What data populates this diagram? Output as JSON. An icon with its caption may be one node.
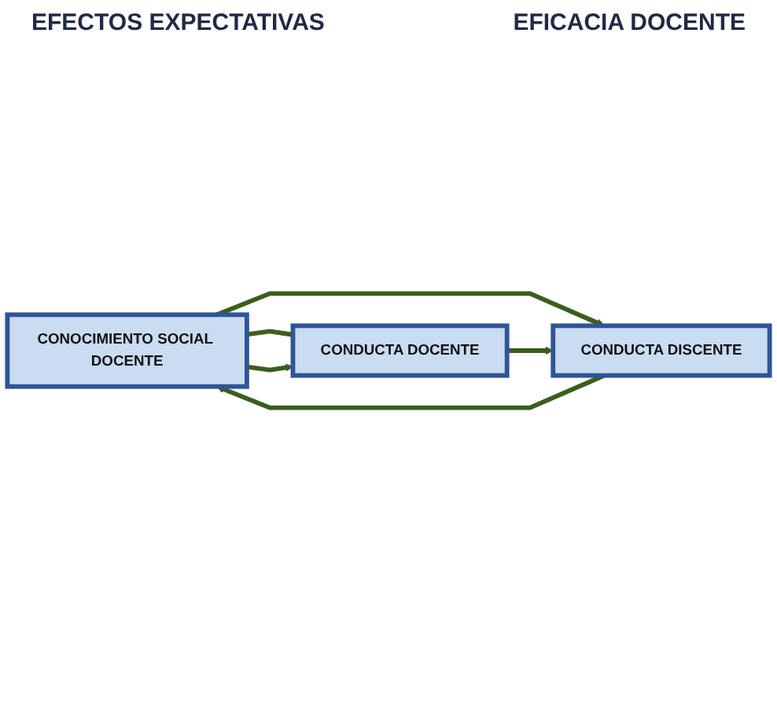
{
  "diagram": {
    "nodes": [
      {
        "text": [
          "CONOCIMIENTO SOCIAL DOCENTE"
        ]
      },
      {
        "text": [
          "CONDUCTA DOCENTE"
        ]
      },
      {
        "text": [
          "CONDUCTA DISCENTE"
        ]
      }
    ],
    "edges": [
      {
        "from": 0,
        "to": 1,
        "arrow": "none"
      },
      {
        "from": 0,
        "to": 1,
        "arrow": "to"
      },
      {
        "from": 0,
        "to": 2,
        "arrow": "to"
      },
      {
        "from": 1,
        "to": 2,
        "arrow": "to"
      },
      {
        "from": 2,
        "to": 0,
        "arrow": "to"
      }
    ],
    "labels": [
      "EFECTOS EXPECTATIVAS",
      "EFICACIA DOCENTE"
    ]
  }
}
